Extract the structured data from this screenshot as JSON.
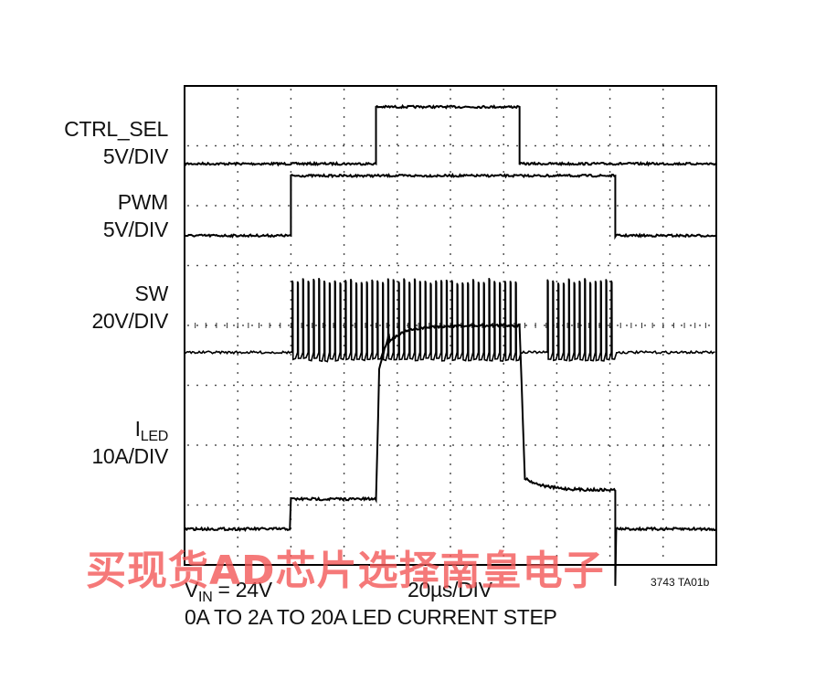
{
  "chart_data": {
    "type": "line",
    "time_scale": "20µs/DIV",
    "divisions": {
      "x": 10,
      "y": 8
    },
    "channels": [
      {
        "name": "CTRL_SEL",
        "scale": "5V/DIV",
        "baseline_div": 6.7,
        "high_div": 7.65,
        "events": [
          {
            "t_div": 3.6,
            "level": "high"
          },
          {
            "t_div": 6.3,
            "level": "low"
          }
        ]
      },
      {
        "name": "PWM",
        "scale": "5V/DIV",
        "baseline_div": 5.5,
        "high_div": 6.5,
        "events": [
          {
            "t_div": 2.0,
            "level": "high"
          },
          {
            "t_div": 8.1,
            "level": "low"
          }
        ]
      },
      {
        "name": "SW",
        "scale": "20V/DIV",
        "baseline_div": 3.55,
        "high_div": 4.75,
        "switching_windows_div": [
          [
            2.0,
            6.3
          ],
          [
            6.8,
            8.1
          ]
        ]
      },
      {
        "name_main": "I",
        "name_sub": "LED",
        "scale": "10A/DIV",
        "baseline_div": 0.6,
        "levels": [
          {
            "label": "0A",
            "from_div": 0,
            "to_div": 2.0,
            "level_div": 0.6
          },
          {
            "label": "2A",
            "from_div": 2.0,
            "to_div": 3.6,
            "level_div": 1.1
          },
          {
            "label": "20A",
            "from_div": 3.6,
            "to_div": 6.3,
            "level_div": 4.0
          },
          {
            "label": "2A",
            "from_div": 6.3,
            "to_div": 8.1,
            "level_div": 1.25
          },
          {
            "label": "0A",
            "from_div": 8.1,
            "to_div": 10,
            "level_div": 0.6
          }
        ]
      }
    ]
  },
  "labels": {
    "ctrl_name": "CTRL_SEL",
    "ctrl_scale": "5V/DIV",
    "pwm_name": "PWM",
    "pwm_scale": "5V/DIV",
    "sw_name": "SW",
    "sw_scale": "20V/DIV",
    "iled_main": "I",
    "iled_sub": "LED",
    "iled_scale": "10A/DIV"
  },
  "footer": {
    "vin_v": "V",
    "vin_sub": "IN",
    "vin_value": " = 24V",
    "time_div": "20µs/DIV",
    "caption": "0A TO 2A TO 20A LED CURRENT STEP",
    "figure_code": "3743 TA01b"
  },
  "watermark": "买现货AD芯片选择南皇电子"
}
